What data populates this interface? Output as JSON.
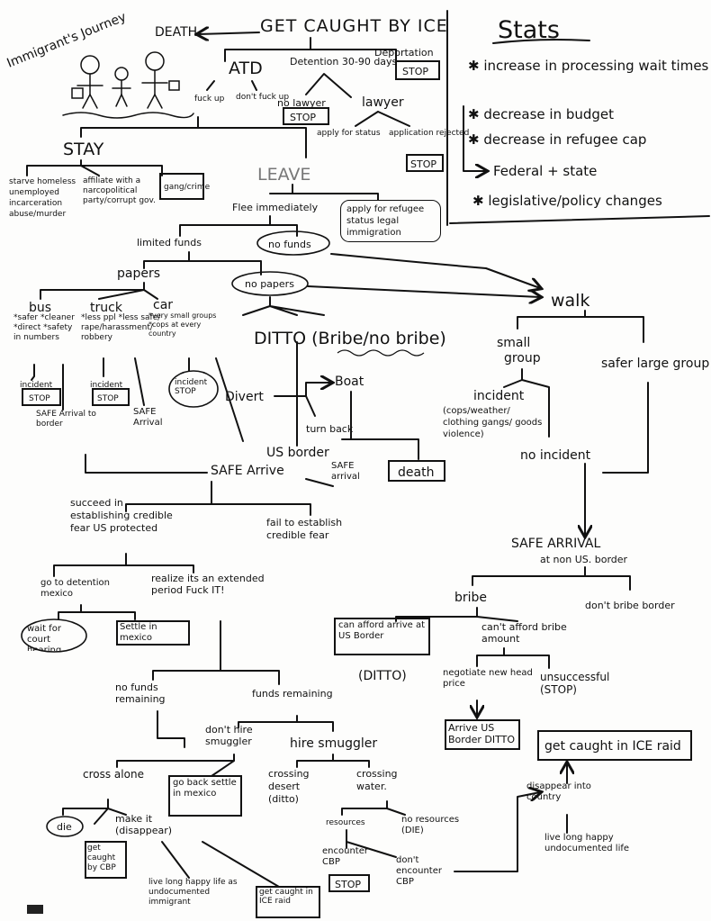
{
  "title": "Immigrant's Journey",
  "root": "GET CAUGHT BY ICE",
  "death_top": "DEATH",
  "atd": "ATD",
  "atd_fuck_up": "fuck up",
  "atd_dont_fuck_up": "don't fuck up",
  "detention": "Detention 30-90 days",
  "deportation": "Deportation",
  "stop": "STOP",
  "no_lawyer": "no lawyer",
  "lawyer": "lawyer",
  "apply_status": "apply for status",
  "app_rejected": "application rejected",
  "stay": "STAY",
  "stay_outcomes": "starve homeless unemployed incarceration abuse/murder",
  "affiliate": "affiliate with a narcopolitical party/corrupt gov.",
  "gang": "gang/crime",
  "leave": "LEAVE",
  "flee": "Flee immediately",
  "apply_refugee": "apply for refugee status legal immigration",
  "limited_funds": "limited funds",
  "no_funds": "no funds",
  "papers": "papers",
  "no_papers": "no papers",
  "walk": "walk",
  "bus": "bus",
  "bus_notes": "*safer *cleaner *direct *safety in numbers",
  "truck": "truck",
  "truck_notes": "*less ppl *less safe/ rape/harassment/ robbery",
  "car": "car",
  "car_notes": "*very small groups *cops at every country",
  "incident_stop": "incident STOP",
  "safe_arrival_border": "SAFE Arrival to border",
  "safe_arrival": "SAFE Arrival",
  "ditto_bribe": "DITTO (Bribe/no bribe)",
  "divert": "Divert",
  "boat": "Boat",
  "turn_back": "turn back",
  "us_border": "US border",
  "safe_arrive": "SAFE Arrive",
  "safe_arrival2": "SAFE arrival",
  "death": "death",
  "small_group": "small group",
  "safer_large": "safer large group",
  "incident": "incident",
  "incident_detail": "(cops/weather/ clothing gangs/ goods violence)",
  "no_incident": "no incident",
  "succeed": "succeed in establishing credible fear US protected",
  "fail": "fail to establish credible fear",
  "go_detention": "go to detention mexico",
  "realize": "realize its an extended period Fuck IT!",
  "wait_hearing": "wait for court hearing",
  "settle_mexico": "Settle in mexico",
  "safe_arrival_nonus": "SAFE ARRIVAL at non US border",
  "bribe": "bribe",
  "dont_bribe": "don't bribe border",
  "can_afford": "can afford arrive at US Border",
  "cant_afford": "can't afford bribe amount",
  "ditto": "(DITTO)",
  "negotiate": "negotiate new head price",
  "unsuccessful": "unsuccessful (STOP)",
  "arrive_us_ditto": "Arrive US Border DITTO",
  "caught_raid": "get caught in ICE raid",
  "no_funds_remaining": "no funds remaining",
  "funds_remaining": "funds remaining",
  "dont_hire": "don't hire smuggler",
  "hire": "hire smuggler",
  "cross_alone": "cross alone",
  "go_back": "go back settle in mexico",
  "crossing_desert": "crossing desert (ditto)",
  "crossing_water": "crossing water.",
  "resources": "resources",
  "no_resources": "no resources (DIE)",
  "encounter_cbp": "encounter CBP",
  "dont_encounter": "don't encounter CBP",
  "die": "die",
  "make_it": "make it (disappear)",
  "caught_cbp": "get caught by CBP",
  "live_long_happy": "live long happy life as undocumented immigrant",
  "caught_ice_raid2": "get caught in ICE raid",
  "disappear_country": "disappear into country",
  "live_long_undoc": "live long happy undocumented life",
  "stats_title": "Stats",
  "stats": [
    "increase in processing wait times (refugees + asylees?)",
    "decrease in budget",
    "decrease in refugee cap",
    "Federal + state",
    "legislative/policy changes"
  ]
}
